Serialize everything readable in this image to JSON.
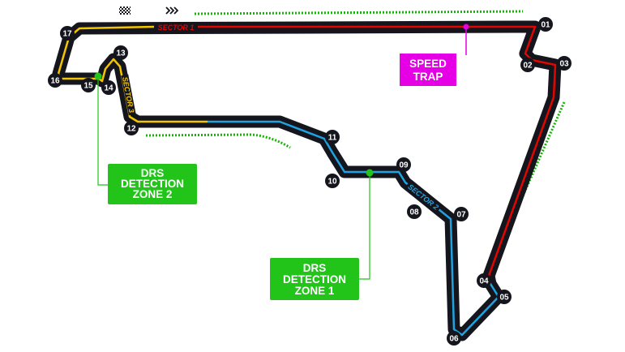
{
  "colors": {
    "track": "#15151e",
    "sector1": "#e10600",
    "sector2": "#1fa3e0",
    "sector3": "#f2c500",
    "drs": "#12b500",
    "speed_trap": "#e600e6",
    "drs_zone": "#22c41a",
    "corner_badge": "#15151e"
  },
  "icons": {
    "start": "chequered-flag-icon",
    "direction": "direction-chevrons-icon"
  },
  "sectors": [
    {
      "id": "sector-1",
      "label": "SECTOR 1"
    },
    {
      "id": "sector-2",
      "label": "SECTOR 2"
    },
    {
      "id": "sector-3",
      "label": "SECTOR 3"
    }
  ],
  "corners": [
    {
      "id": "corner-1",
      "label": "01"
    },
    {
      "id": "corner-2",
      "label": "02"
    },
    {
      "id": "corner-3",
      "label": "03"
    },
    {
      "id": "corner-4",
      "label": "04"
    },
    {
      "id": "corner-5",
      "label": "05"
    },
    {
      "id": "corner-6",
      "label": "06"
    },
    {
      "id": "corner-7",
      "label": "07"
    },
    {
      "id": "corner-8",
      "label": "08"
    },
    {
      "id": "corner-9",
      "label": "09"
    },
    {
      "id": "corner-10",
      "label": "10"
    },
    {
      "id": "corner-11",
      "label": "11"
    },
    {
      "id": "corner-12",
      "label": "12"
    },
    {
      "id": "corner-13",
      "label": "13"
    },
    {
      "id": "corner-14",
      "label": "14"
    },
    {
      "id": "corner-15",
      "label": "15"
    },
    {
      "id": "corner-16",
      "label": "16"
    },
    {
      "id": "corner-17",
      "label": "17"
    }
  ],
  "speed_trap": {
    "lines": [
      "SPEED",
      "TRAP"
    ]
  },
  "drs_detection_1": {
    "lines": [
      "DRS",
      "DETECTION",
      "ZONE 1"
    ]
  },
  "drs_detection_2": {
    "lines": [
      "DRS",
      "DETECTION",
      "ZONE 2"
    ]
  }
}
